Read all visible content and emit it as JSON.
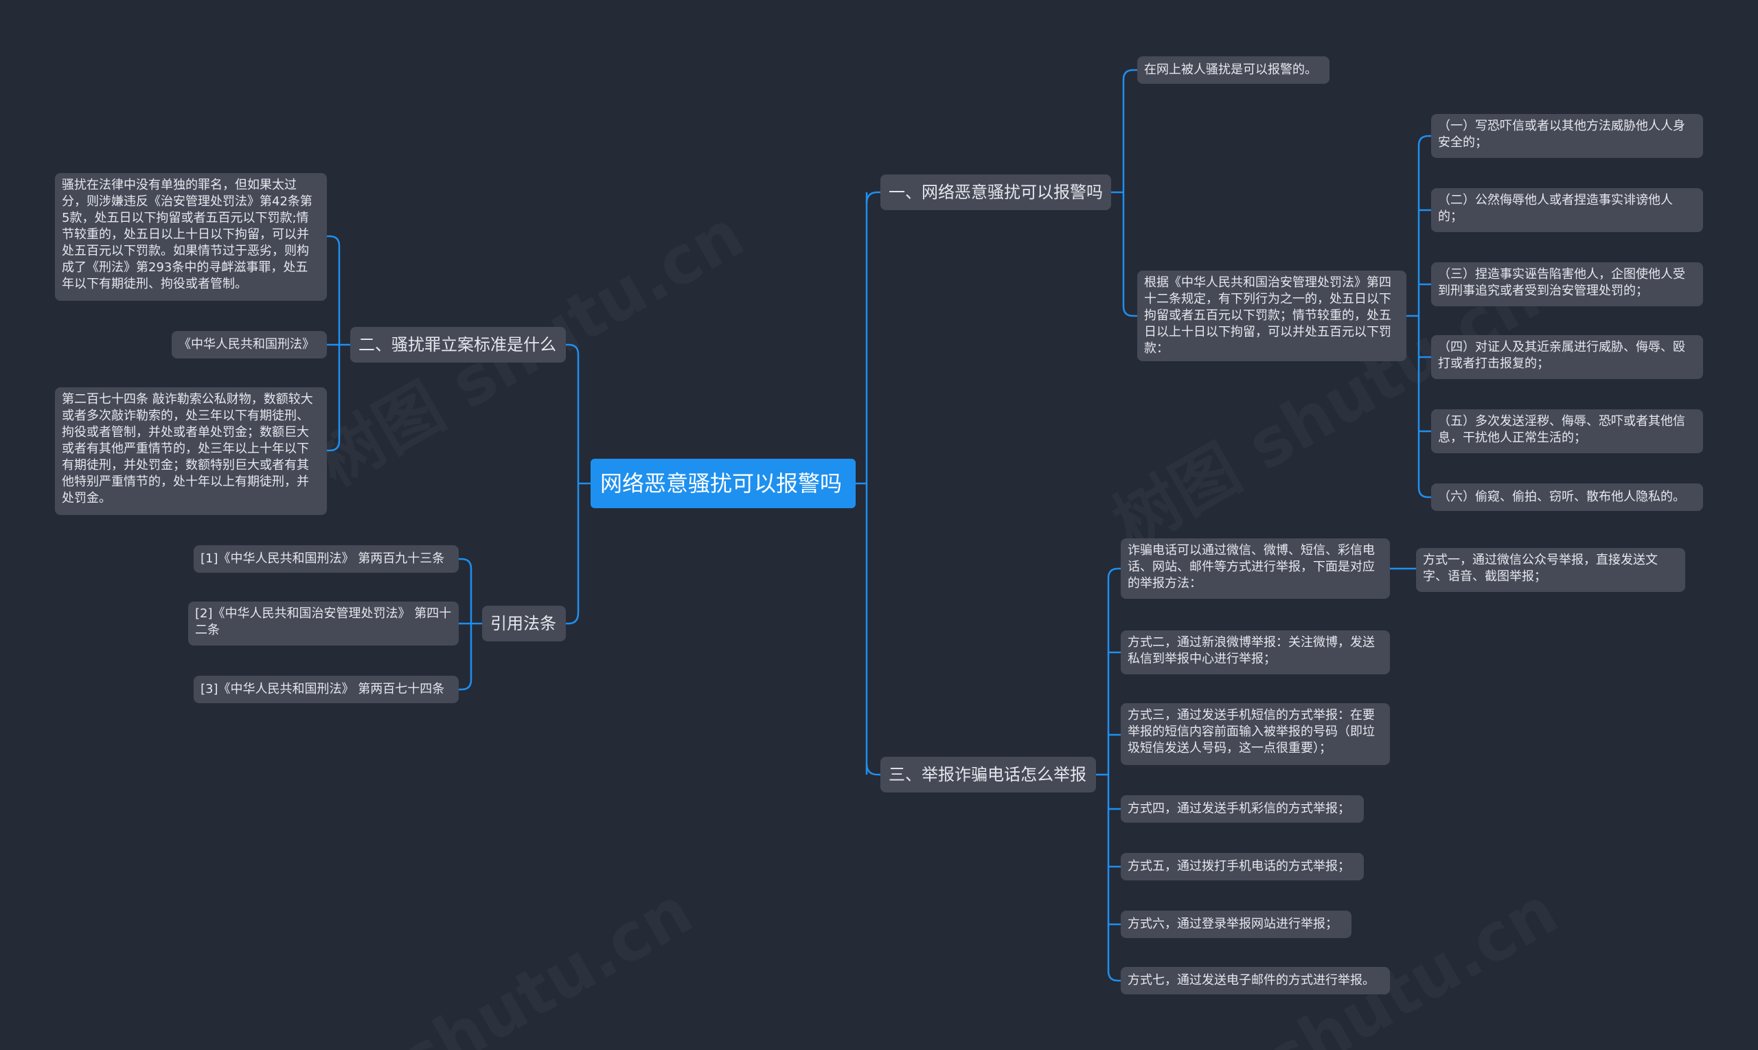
{
  "colors": {
    "background": "#252a37",
    "root_fill": "#1e90ef",
    "node_fill": "#464a57",
    "line": "#1e90ef",
    "text": "#e6e8ee"
  },
  "watermark": {
    "text_a": "树图 shutu.cn",
    "text_b": "shutu.cn"
  },
  "mindmap": {
    "root": "网络恶意骚扰可以报警吗",
    "branch1": {
      "title": "一、网络恶意骚扰可以报警吗",
      "leaf1": "在网上被人骚扰是可以报警的。",
      "leaf2": "根据《中华人民共和国治安管理处罚法》第四十二条规定，有下列行为之一的，处五日以下拘留或者五百元以下罚款；情节较重的，处五日以上十日以下拘留，可以并处五百元以下罚款：",
      "items": [
        "（一）写恐吓信或者以其他方法威胁他人人身安全的；",
        "（二）公然侮辱他人或者捏造事实诽谤他人的；",
        "（三）捏造事实诬告陷害他人，企图使他人受到刑事追究或者受到治安管理处罚的；",
        "（四）对证人及其近亲属进行威胁、侮辱、殴打或者打击报复的；",
        "（五）多次发送淫秽、侮辱、恐吓或者其他信息，干扰他人正常生活的；",
        "（六）偷窥、偷拍、窃听、散布他人隐私的。"
      ]
    },
    "branch2": {
      "title": "二、骚扰罪立案标准是什么",
      "leaf1": "骚扰在法律中没有单独的罪名，但如果太过分，则涉嫌违反《治安管理处罚法》第42条第5款，处五日以下拘留或者五百元以下罚款;情节较重的，处五日以上十日以下拘留，可以并处五百元以下罚款。如果情节过于恶劣，则构成了《刑法》第293条中的寻衅滋事罪，处五年以下有期徒刑、拘役或者管制。",
      "leaf2": "《中华人民共和国刑法》",
      "leaf3": "第二百七十四条 敲诈勒索公私财物，数额较大或者多次敲诈勒索的，处三年以下有期徒刑、拘役或者管制，并处或者单处罚金；数额巨大或者有其他严重情节的，处三年以上十年以下有期徒刑，并处罚金；数额特别巨大或者有其他特别严重情节的，处十年以上有期徒刑，并处罚金。"
    },
    "branch3": {
      "title": "引用法条",
      "refs": [
        "[1]《中华人民共和国刑法》 第两百九十三条",
        "[2]《中华人民共和国治安管理处罚法》 第四十二条",
        "[3]《中华人民共和国刑法》 第两百七十四条"
      ]
    },
    "branch4": {
      "title": "三、举报诈骗电话怎么举报",
      "intro": "诈骗电话可以通过微信、微博、短信、彩信电话、网站、邮件等方式进行举报，下面是对应的举报方法：",
      "method1": "方式一，通过微信公众号举报，直接发送文字、语音、截图举报；",
      "methods": [
        "方式二，通过新浪微博举报：关注微博，发送私信到举报中心进行举报；",
        "方式三，通过发送手机短信的方式举报：在要举报的短信内容前面输入被举报的号码（即垃圾短信发送人号码，这一点很重要）；",
        "方式四，通过发送手机彩信的方式举报；",
        "方式五，通过拨打手机电话的方式举报；",
        "方式六，通过登录举报网站进行举报；",
        "方式七，通过发送电子邮件的方式进行举报。"
      ]
    }
  }
}
